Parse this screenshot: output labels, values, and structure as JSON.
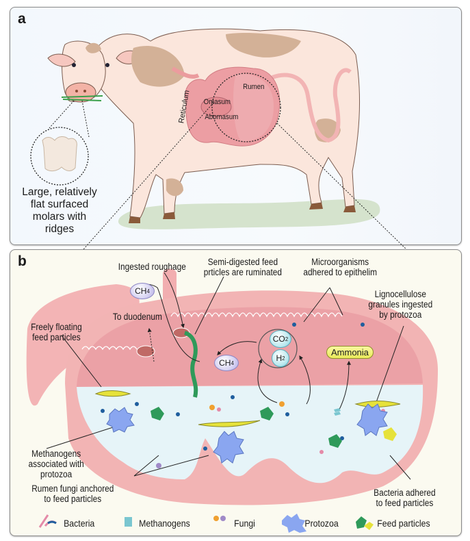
{
  "panel_a": {
    "label": "a",
    "organs": {
      "rumen": "Rumen",
      "reticulum": "Reticulum",
      "omasum": "Omasum",
      "abomasum": "Abomasum"
    },
    "molar_caption": [
      "Large, relatively",
      "flat surfaced",
      "molars with",
      "ridges"
    ]
  },
  "panel_b": {
    "label": "b",
    "annotations": {
      "ingested_roughage": "Ingested roughage",
      "semi_digested": [
        "Semi-digested feed",
        "prticles are ruminated"
      ],
      "microorganisms": [
        "Microorganisms",
        "adhered to epithelim"
      ],
      "lignocellulose": [
        "Lignocellulose",
        "granules ingested",
        "by protozoa"
      ],
      "to_duodenum": "To duodenum",
      "freely_floating": [
        "Freely floating",
        "feed particles"
      ],
      "methanogens_assoc": [
        "Methanogens",
        "associated with",
        "protozoa"
      ],
      "rumen_fungi": [
        "Rumen fungi anchored",
        "to feed particles"
      ],
      "bacteria_adhered": [
        "Bacteria adhered",
        "to feed particles"
      ]
    },
    "gases": {
      "ch4": "CH",
      "ch4_sub": "4",
      "co2": "CO",
      "co2_sub": "2",
      "h2": "H",
      "h2_sub": "2",
      "ammonia": "Ammonia"
    },
    "legend": [
      {
        "label": "Bacteria",
        "icon": "bacteria-icon"
      },
      {
        "label": "Methanogens",
        "icon": "methanogens-icon"
      },
      {
        "label": "Fungi",
        "icon": "fungi-icon"
      },
      {
        "label": "Protozoa",
        "icon": "protozoa-icon"
      },
      {
        "label": "Feed particles",
        "icon": "feed-particles-icon"
      }
    ]
  },
  "colors": {
    "rumen_wall": "#f2b4b4",
    "rumen_inner": "#eb9c9e",
    "fluid": "#e6f4f8",
    "feed_green": "#2f9a5a",
    "feed_yellow": "#e6e23a",
    "bacteria_blue": "#1f5e9e",
    "bacteria_pink": "#e48aa8",
    "protozoa": "#8aa6f0",
    "cow_body": "#fbe6dc",
    "cow_spots": "#d3b197"
  }
}
